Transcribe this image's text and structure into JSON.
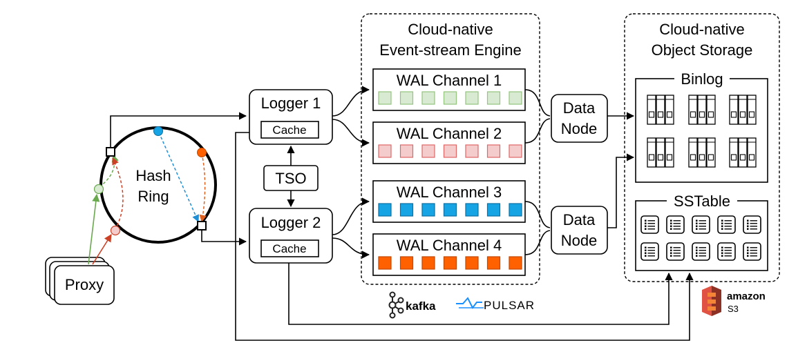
{
  "panels": {
    "stream_title_1": "Cloud-native",
    "stream_title_2": "Event-stream Engine",
    "storage_title_1": "Cloud-native",
    "storage_title_2": "Object Storage"
  },
  "channels": [
    {
      "label": "WAL Channel 1",
      "fill": "#d9ead3",
      "stroke": "#93c47d"
    },
    {
      "label": "WAL Channel 2",
      "fill": "#f4cccc",
      "stroke": "#e06666"
    },
    {
      "label": "WAL Channel 3",
      "fill": "#17a4e4",
      "stroke": "#0b6fa3"
    },
    {
      "label": "WAL Channel 4",
      "fill": "#ff6000",
      "stroke": "#c04800"
    }
  ],
  "loggers": [
    {
      "label": "Logger 1",
      "cache": "Cache"
    },
    {
      "label": "Logger 2",
      "cache": "Cache"
    }
  ],
  "tso": "TSO",
  "data_nodes": [
    {
      "line1": "Data",
      "line2": "Node"
    },
    {
      "line1": "Data",
      "line2": "Node"
    }
  ],
  "hash_ring": {
    "line1": "Hash",
    "line2": "Ring"
  },
  "proxy": "Proxy",
  "binlog": "Binlog",
  "sstable": "SSTable",
  "logos": {
    "kafka": "kafka",
    "pulsar": "PULSAR",
    "amazon": "amazon",
    "s3": "S3"
  },
  "colors": {
    "green": "#6aa84f",
    "red": "#cc4125",
    "blue": "#1f8fd6",
    "orange": "#ff6000"
  }
}
